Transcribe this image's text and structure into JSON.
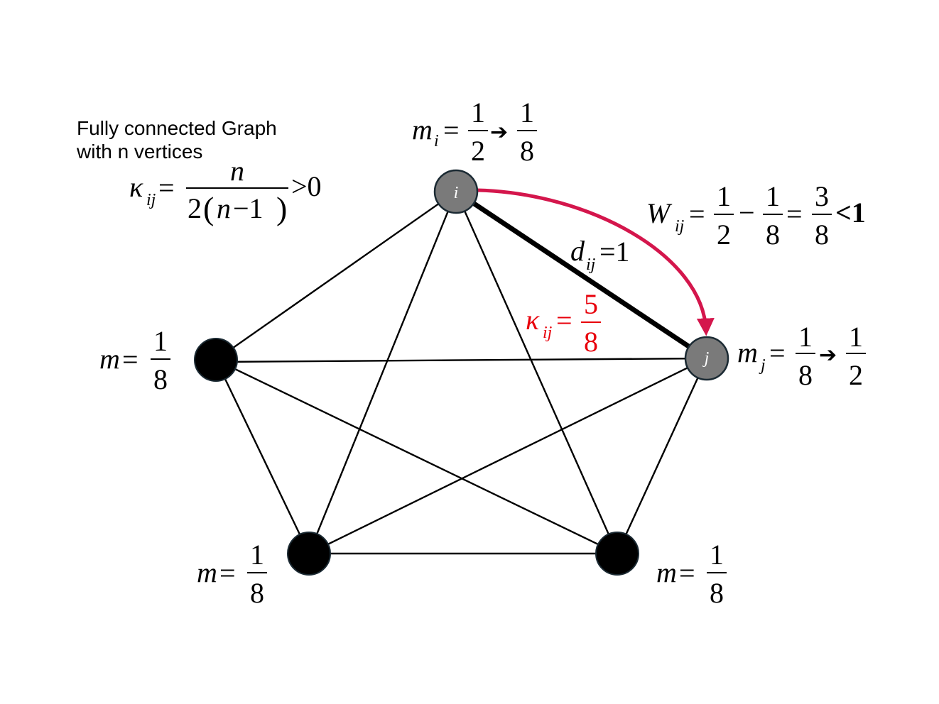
{
  "caption": {
    "line1": "Fully connected Graph",
    "line2": "with n vertices"
  },
  "curvature_formula": {
    "lhs_symbol": "κ",
    "lhs_sub": "ij",
    "eq": "=",
    "numerator": "n",
    "denominator_two": "2",
    "denominator_open": "(",
    "denominator_n": "n",
    "denominator_minus_one": "−1",
    "denominator_close": ")",
    "rhs": ">0"
  },
  "node_i": {
    "label": "i",
    "mass_symbol": "m",
    "mass_sub": "i",
    "eq": "=",
    "from_num": "1",
    "from_den": "2",
    "arrow": "➔",
    "to_num": "1",
    "to_den": "8"
  },
  "node_j": {
    "label": "j",
    "mass_symbol": "m",
    "mass_sub": "j",
    "eq": "=",
    "from_num": "1",
    "from_den": "8",
    "arrow": "➔",
    "to_num": "1",
    "to_den": "2"
  },
  "other_nodes": [
    {
      "mass_symbol": "m",
      "eq": "=",
      "num": "1",
      "den": "8"
    },
    {
      "mass_symbol": "m",
      "eq": "=",
      "num": "1",
      "den": "8"
    },
    {
      "mass_symbol": "m",
      "eq": "=",
      "num": "1",
      "den": "8"
    }
  ],
  "distance": {
    "symbol": "d",
    "sub": "ij",
    "eq": "=1"
  },
  "edge_curvature": {
    "symbol": "κ",
    "sub": "ij",
    "eq": "=",
    "num": "5",
    "den": "8",
    "color": "#e8000b"
  },
  "wasserstein": {
    "symbol": "W",
    "sub": "ij",
    "eq1": "=",
    "a_num": "1",
    "a_den": "2",
    "minus": "−",
    "b_num": "1",
    "b_den": "8",
    "eq2": "=",
    "c_num": "3",
    "c_den": "8",
    "rhs": "<1"
  },
  "transport_arrow_color": "#d4164c",
  "colors": {
    "node_black": "#000000",
    "node_gray": "#7a7a7a",
    "node_outline": "#1b2a33"
  }
}
